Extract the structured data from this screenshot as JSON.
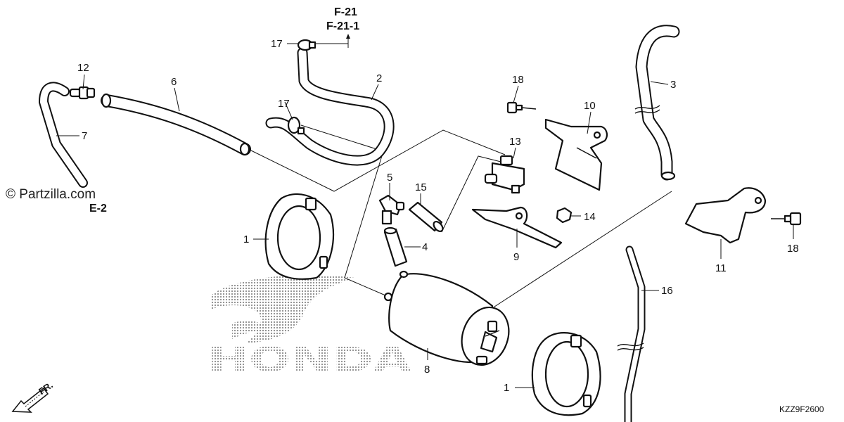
{
  "diagram": {
    "callouts": [
      {
        "id": "c1a",
        "text": "1"
      },
      {
        "id": "c1b",
        "text": "1"
      },
      {
        "id": "c2",
        "text": "2"
      },
      {
        "id": "c3",
        "text": "3"
      },
      {
        "id": "c4",
        "text": "4"
      },
      {
        "id": "c5",
        "text": "5"
      },
      {
        "id": "c6",
        "text": "6"
      },
      {
        "id": "c7",
        "text": "7"
      },
      {
        "id": "c8",
        "text": "8"
      },
      {
        "id": "c9",
        "text": "9"
      },
      {
        "id": "c10",
        "text": "10"
      },
      {
        "id": "c11",
        "text": "11"
      },
      {
        "id": "c12",
        "text": "12"
      },
      {
        "id": "c13",
        "text": "13"
      },
      {
        "id": "c14",
        "text": "14"
      },
      {
        "id": "c15",
        "text": "15"
      },
      {
        "id": "c16",
        "text": "16"
      },
      {
        "id": "c17a",
        "text": "17"
      },
      {
        "id": "c17b",
        "text": "17"
      },
      {
        "id": "c18a",
        "text": "18"
      },
      {
        "id": "c18b",
        "text": "18"
      }
    ],
    "references": {
      "top_line1": "F-21",
      "top_line2": "F-21-1",
      "left": "E-2"
    },
    "watermark": "© Partzilla.com",
    "direction_label": "FR.",
    "diagram_code": "KZZ9F2600",
    "logo_text": "HONDA"
  }
}
